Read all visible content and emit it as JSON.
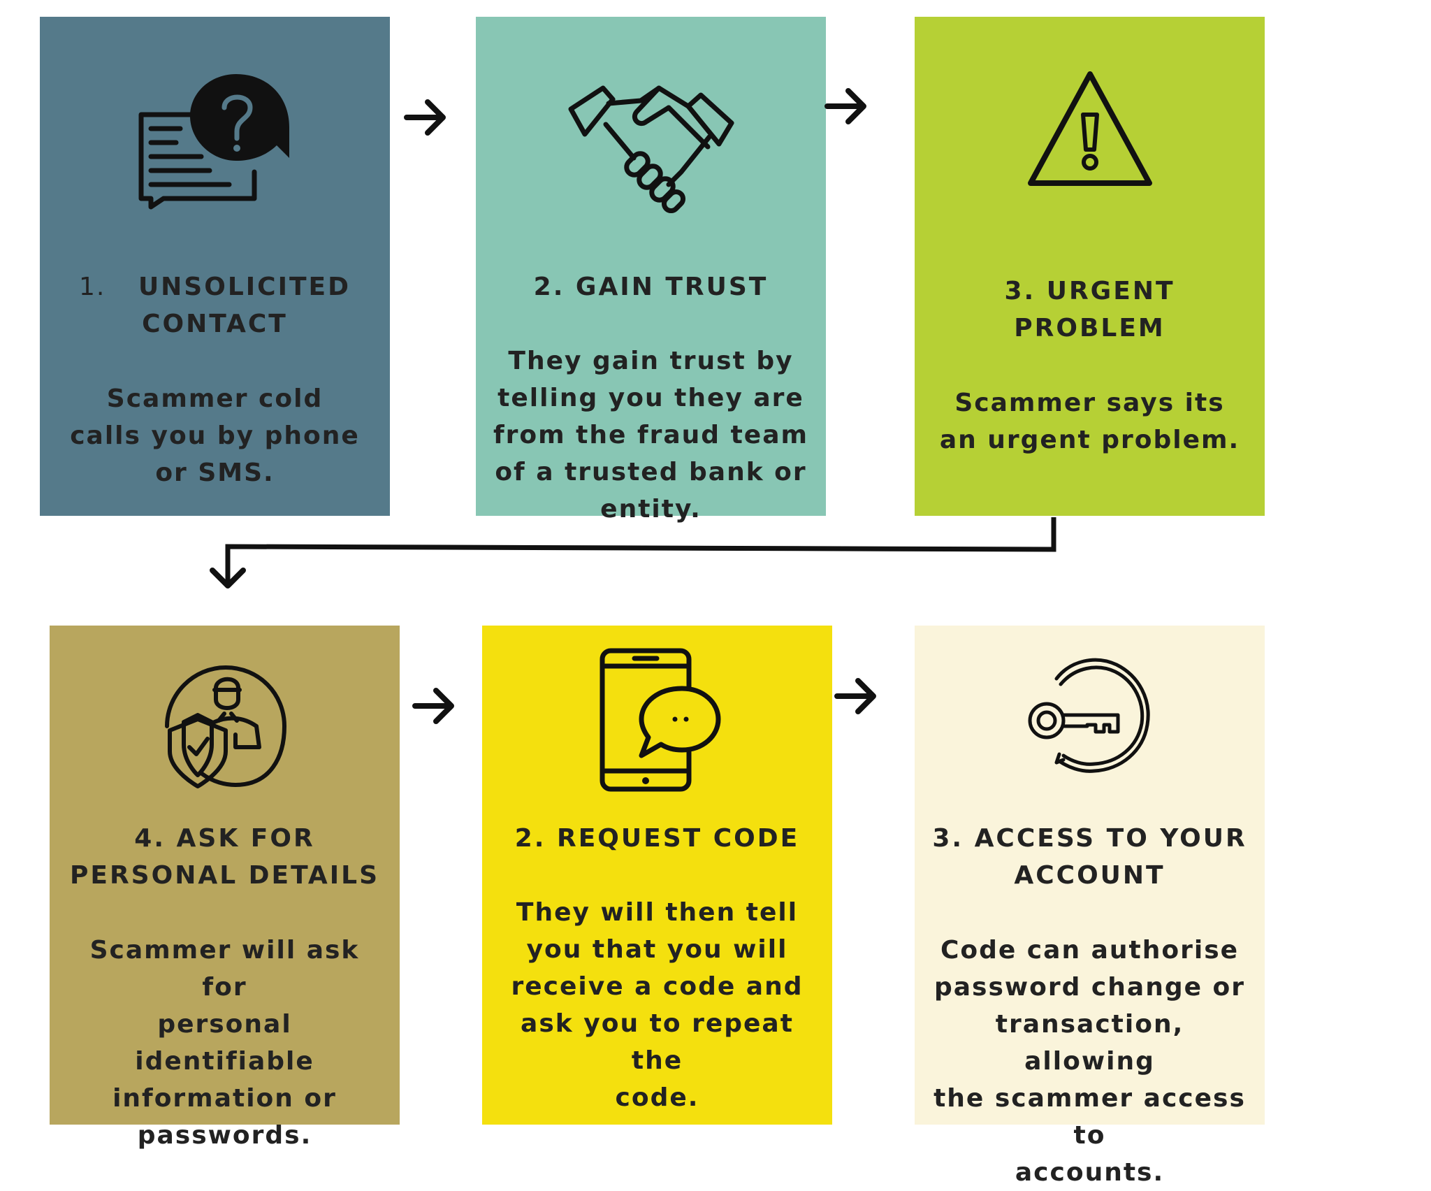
{
  "colors": {
    "step1": "#557A8A",
    "step2": "#88C6B4",
    "step3": "#B6D035",
    "step4": "#B8A65E",
    "step5": "#F4E00E",
    "step6": "#FAF4DB",
    "ink": "#111111"
  },
  "steps": [
    {
      "number": "1.",
      "title_line1": "UNSOLICITED",
      "title_line2": "CONTACT",
      "body": [
        "Scammer cold",
        "calls you by phone",
        "or SMS."
      ],
      "icon": "chat-question-icon"
    },
    {
      "title_line1": "2. GAIN TRUST",
      "body": [
        "They gain trust by",
        "telling you they are",
        "from the fraud team",
        "of a trusted bank or",
        "entity."
      ],
      "icon": "handshake-icon"
    },
    {
      "title_line1": "3. URGENT",
      "title_line2": "PROBLEM",
      "body": [
        "Scammer says its",
        "an urgent problem."
      ],
      "icon": "warning-triangle-icon"
    },
    {
      "title_line1": "4. ASK FOR",
      "title_line2": "PERSONAL DETAILS",
      "body": [
        "Scammer will ask for",
        "personal identifiable",
        "information or",
        "passwords."
      ],
      "icon": "user-shield-icon"
    },
    {
      "title_line1": "2. REQUEST CODE",
      "body": [
        "They will then tell",
        "you that you will",
        "receive a code and",
        "ask you to repeat the",
        "code."
      ],
      "icon": "phone-message-icon"
    },
    {
      "title_line1": "3. ACCESS TO YOUR",
      "title_line2": "ACCOUNT",
      "body": [
        "Code can authorise",
        "password change or",
        "transaction, allowing",
        "the scammer access to",
        "accounts."
      ],
      "icon": "key-icon"
    }
  ]
}
